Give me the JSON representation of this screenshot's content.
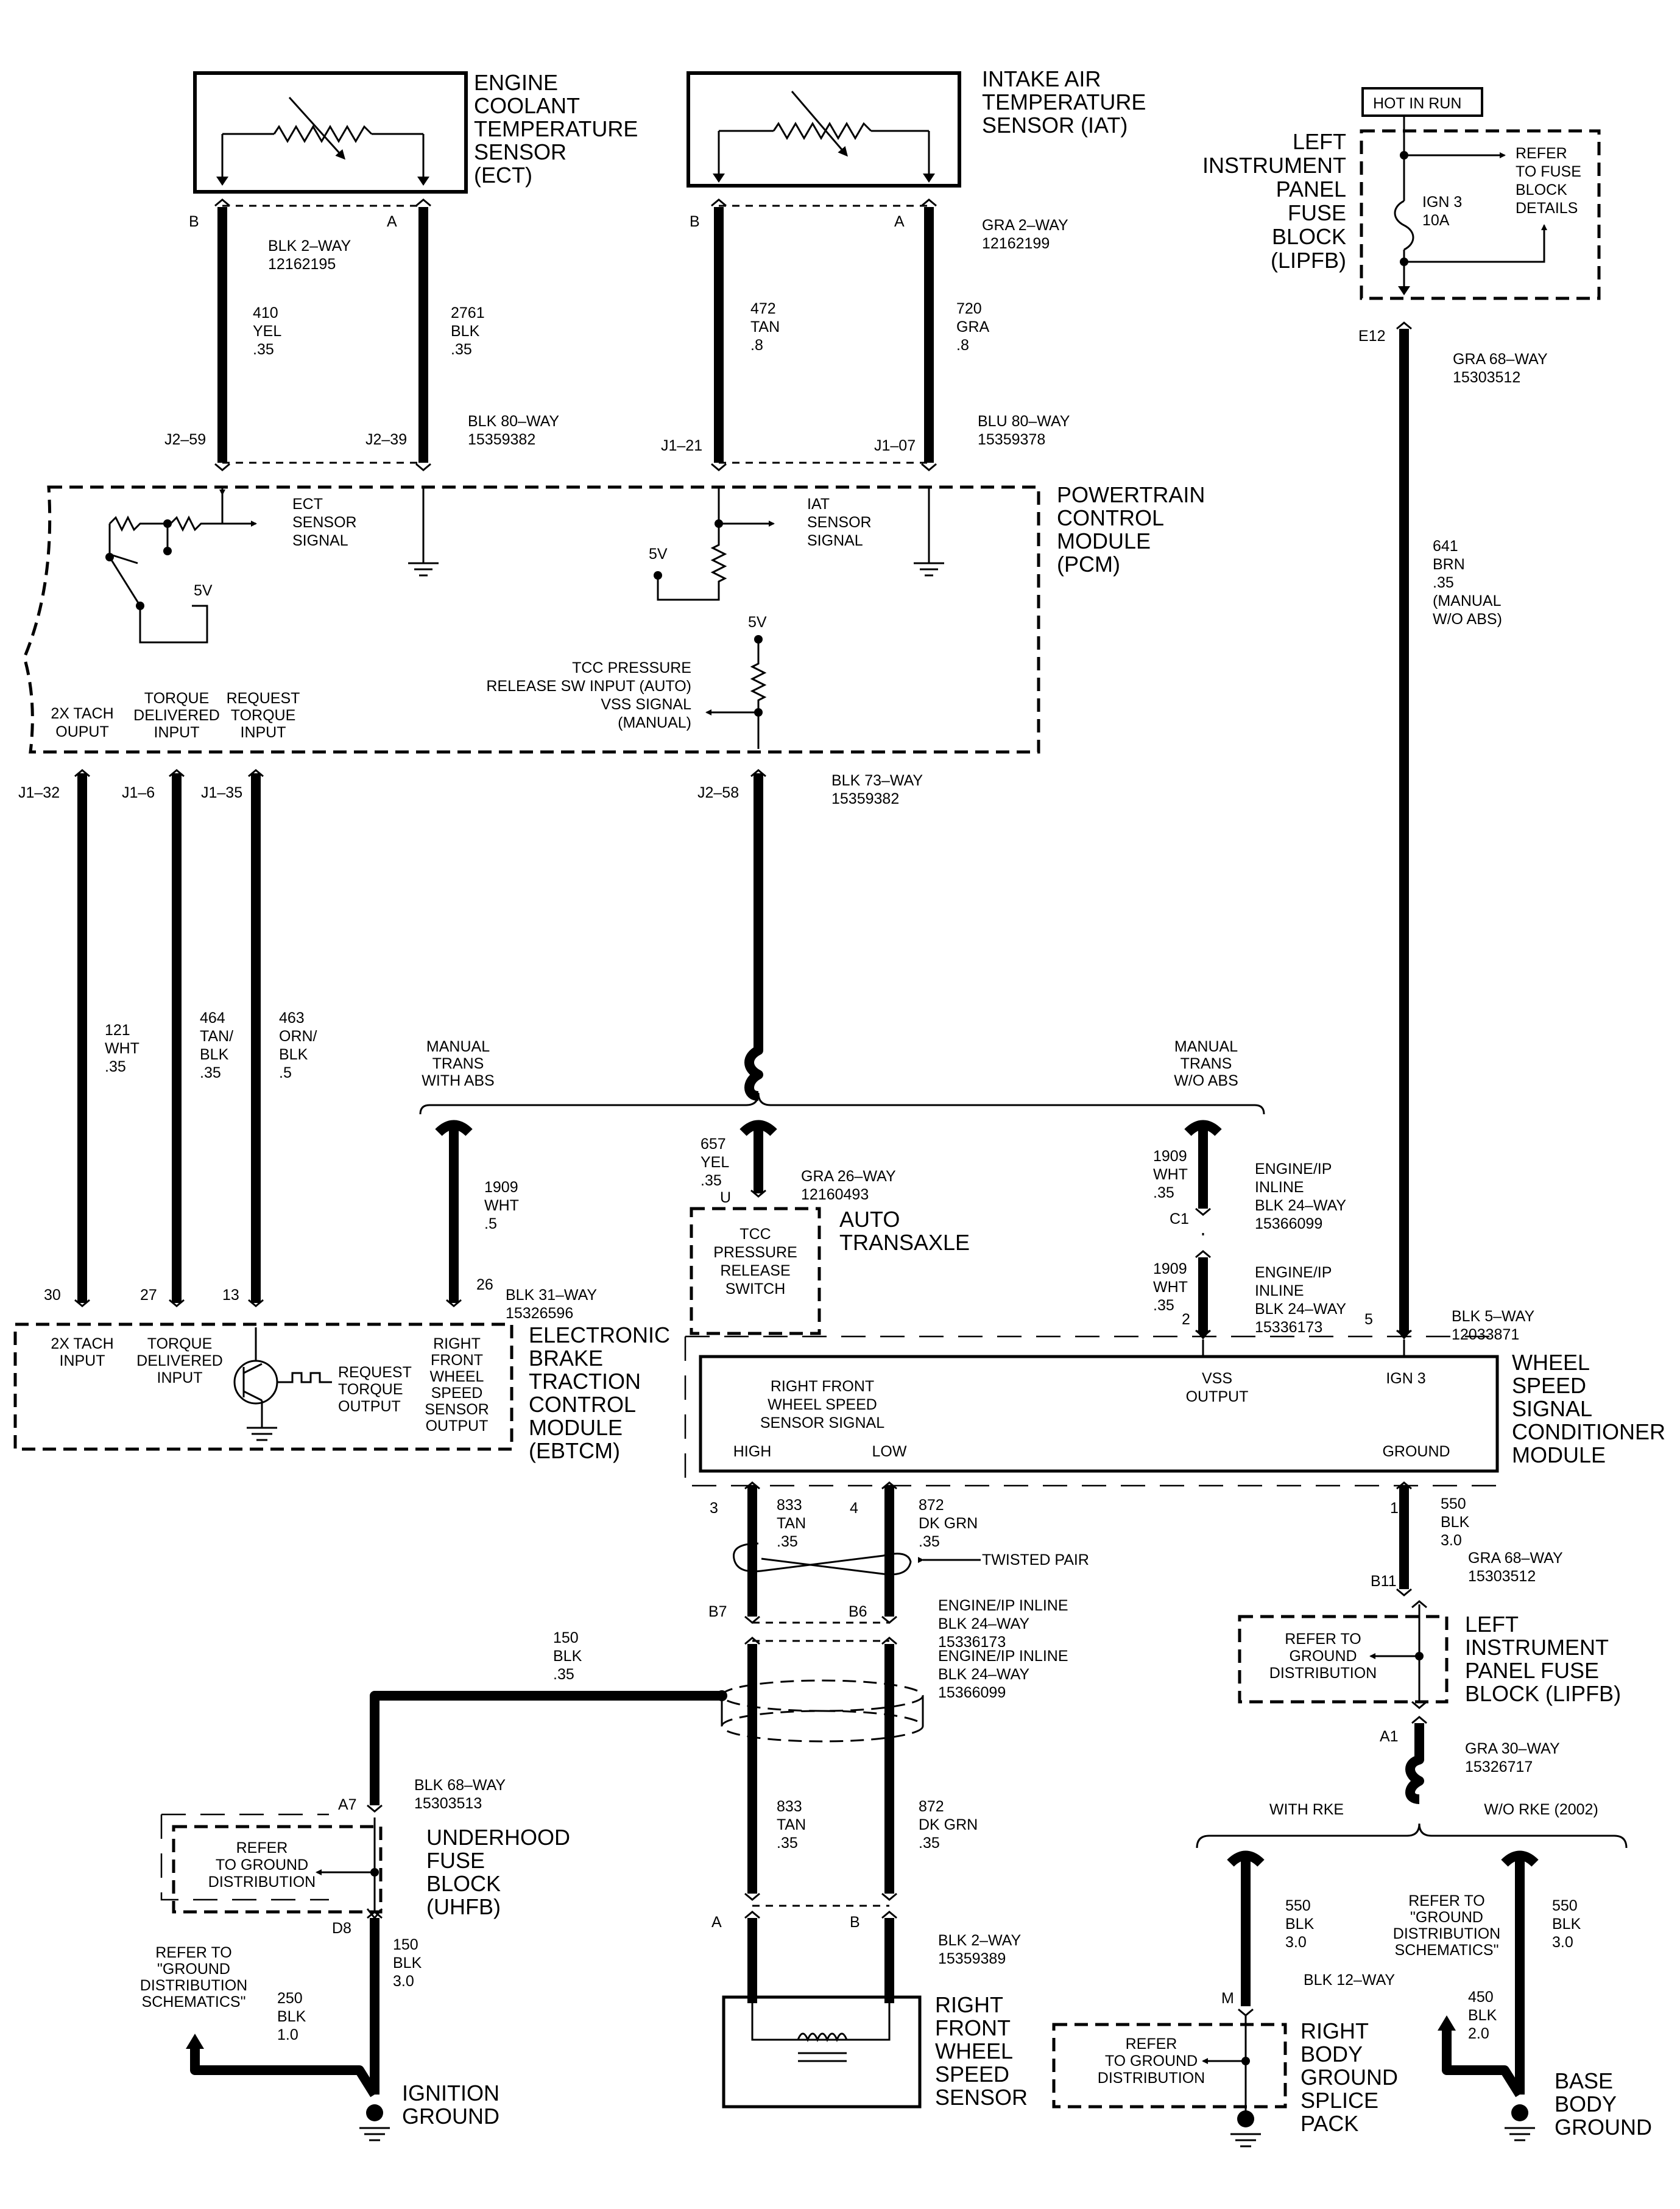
{
  "components": {
    "ect": [
      "ENGINE",
      "COOLANT",
      "TEMPERATURE",
      "SENSOR",
      "(ECT)"
    ],
    "iat": [
      "INTAKE AIR",
      "TEMPERATURE",
      "SENSOR (IAT)"
    ],
    "hot_in_run": "HOT IN RUN",
    "lipfb_top": [
      "LEFT",
      "INSTRUMENT",
      "PANEL",
      "FUSE",
      "BLOCK",
      "(LIPFB)"
    ],
    "fuse_refer": [
      "REFER",
      "TO FUSE",
      "BLOCK",
      "DETAILS"
    ],
    "fuse": [
      "IGN 3",
      "10A"
    ],
    "pcm": [
      "POWERTRAIN",
      "CONTROL",
      "MODULE",
      "(PCM)"
    ],
    "ebtcm": [
      "ELECTRONIC",
      "BRAKE",
      "TRACTION",
      "CONTROL",
      "MODULE",
      "(EBTCM)"
    ],
    "wsscm": [
      "WHEEL",
      "SPEED",
      "SIGNAL",
      "CONDITIONER",
      "MODULE"
    ],
    "auto_transaxle": [
      "AUTO",
      "TRANSAXLE"
    ],
    "tcc_switch": [
      "TCC",
      "PRESSURE",
      "RELEASE",
      "SWITCH"
    ],
    "lipfb_bottom": [
      "LEFT",
      "INSTRUMENT",
      "PANEL FUSE",
      "BLOCK (LIPFB)"
    ],
    "uhfb": [
      "UNDERHOOD",
      "FUSE",
      "BLOCK",
      "(UHFB)"
    ],
    "rfwss": [
      "RIGHT",
      "FRONT",
      "WHEEL",
      "SPEED",
      "SENSOR"
    ],
    "ignition_ground": [
      "IGNITION",
      "GROUND"
    ],
    "rbgsp": [
      "RIGHT",
      "BODY",
      "GROUND",
      "SPLICE",
      "PACK"
    ],
    "base_ground": [
      "BASE",
      "BODY",
      "GROUND"
    ]
  },
  "pcm_signals": {
    "ect": [
      "ECT",
      "SENSOR",
      "SIGNAL"
    ],
    "iat": [
      "IAT",
      "SENSOR",
      "SIGNAL"
    ],
    "v5_a": "5V",
    "v5_b": "5V",
    "v5_c": "5V",
    "tcc": [
      "TCC PRESSURE",
      "RELEASE SW INPUT (AUTO)",
      "VSS SIGNAL",
      "(MANUAL)"
    ],
    "tach": [
      "2X TACH",
      "OUPUT"
    ],
    "torque_delivered": [
      "TORQUE",
      "DELIVERED",
      "INPUT"
    ],
    "request_torque": [
      "REQUEST",
      "TORQUE",
      "INPUT"
    ]
  },
  "ebtcm_signals": {
    "tach": [
      "2X TACH",
      "INPUT"
    ],
    "torque": [
      "TORQUE",
      "DELIVERED",
      "INPUT"
    ],
    "request": [
      "REQUEST",
      "TORQUE",
      "OUTPUT"
    ],
    "rf": [
      "RIGHT",
      "FRONT",
      "WHEEL",
      "SPEED",
      "SENSOR",
      "OUTPUT"
    ]
  },
  "wsscm_signals": {
    "rf": [
      "RIGHT FRONT",
      "WHEEL SPEED",
      "SENSOR SIGNAL"
    ],
    "high": "HIGH",
    "low": "LOW",
    "vss": [
      "VSS",
      "OUTPUT"
    ],
    "ign3": "IGN 3",
    "ground": "GROUND"
  },
  "pins": {
    "ect_b": "B",
    "ect_a": "A",
    "iat_b": "B",
    "iat_a": "A",
    "j2_59": "J2–59",
    "j2_39": "J2–39",
    "j1_21": "J1–21",
    "j1_07": "J1–07",
    "e12": "E12",
    "j1_32": "J1–32",
    "j1_6": "J1–6",
    "j1_35": "J1–35",
    "j2_58": "J2–58",
    "p30": "30",
    "p27": "27",
    "p13": "13",
    "p26": "26",
    "u": "U",
    "c1": "C1",
    "p2": "2",
    "p5": "5",
    "p3": "3",
    "p4": "4",
    "p1": "1",
    "b7": "B7",
    "b6": "B6",
    "b11": "B11",
    "a1": "A1",
    "a7": "A7",
    "d8": "D8",
    "wss_a": "A",
    "wss_b": "B",
    "m": "M"
  },
  "connectors": {
    "ect": [
      "BLK 2–WAY",
      "12162195"
    ],
    "iat": [
      "GRA 2–WAY",
      "12162199"
    ],
    "pcm_blk80": [
      "BLK 80–WAY",
      "15359382"
    ],
    "pcm_blu80": [
      "BLU 80–WAY",
      "15359378"
    ],
    "lipfb_68": [
      "GRA 68–WAY",
      "15303512"
    ],
    "pcm_73": [
      "BLK 73–WAY",
      "15359382"
    ],
    "trans_26": [
      "GRA 26–WAY",
      "12160493"
    ],
    "inline_c1": [
      "ENGINE/IP",
      "INLINE",
      "BLK 24–WAY",
      "15366099"
    ],
    "inline_c2": [
      "ENGINE/IP",
      "INLINE",
      "BLK 24–WAY",
      "15336173"
    ],
    "ebtcm_31": [
      "BLK 31–WAY",
      "15326596"
    ],
    "wsscm_5": [
      "BLK 5–WAY",
      "12033871"
    ],
    "inline_b6a": [
      "ENGINE/IP INLINE",
      "BLK  24–WAY",
      "15336173"
    ],
    "inline_b6b": [
      "ENGINE/IP INLINE",
      "BLK 24–WAY",
      "15366099"
    ],
    "lipfb_68b": [
      "GRA 68–WAY",
      "15303512"
    ],
    "lipfb_30": [
      "GRA 30–WAY",
      "15326717"
    ],
    "uhfb_68": [
      "BLK 68–WAY",
      "15303513"
    ],
    "wss_2": [
      "BLK 2–WAY",
      "15359389"
    ],
    "splice_12": "BLK 12–WAY"
  },
  "wires": {
    "w410": [
      "410",
      "YEL",
      ".35"
    ],
    "w2761": [
      "2761",
      "BLK",
      ".35"
    ],
    "w472": [
      "472",
      "TAN",
      ".8"
    ],
    "w720": [
      "720",
      "GRA",
      ".8"
    ],
    "w641": [
      "641",
      "BRN",
      ".35",
      "(MANUAL",
      "W/O ABS)"
    ],
    "w121": [
      "121",
      "WHT",
      ".35"
    ],
    "w464": [
      "464",
      "TAN/",
      "BLK",
      ".35"
    ],
    "w463": [
      "463",
      "ORN/",
      "BLK",
      ".5"
    ],
    "w1909a": [
      "1909",
      "WHT",
      ".5"
    ],
    "w657": [
      "657",
      "YEL",
      ".35"
    ],
    "w1909b": [
      "1909",
      "WHT",
      ".35"
    ],
    "w1909c": [
      "1909",
      "WHT",
      ".35"
    ],
    "w833a": [
      "833",
      "TAN",
      ".35"
    ],
    "w872a": [
      "872",
      "DK GRN",
      ".35"
    ],
    "w550a": [
      "550",
      "BLK",
      "3.0"
    ],
    "w150a": [
      "150",
      "BLK",
      ".35"
    ],
    "w833b": [
      "833",
      "TAN",
      ".35"
    ],
    "w872b": [
      "872",
      "DK GRN",
      ".35"
    ],
    "w150b": [
      "150",
      "BLK",
      "3.0"
    ],
    "w250": [
      "250",
      "BLK",
      "1.0"
    ],
    "w550b": [
      "550",
      "BLK",
      "3.0"
    ],
    "w550c": [
      "550",
      "BLK",
      "3.0"
    ],
    "w450": [
      "450",
      "BLK",
      "2.0"
    ]
  },
  "options": {
    "manual_abs": [
      "MANUAL",
      "TRANS",
      "WITH ABS"
    ],
    "manual_no_abs": [
      "MANUAL",
      "TRANS",
      "W/O ABS"
    ],
    "with_rke": "WITH RKE",
    "wo_rke": "W/O RKE (2002)"
  },
  "notes": {
    "twisted_pair": "TWISTED PAIR",
    "refer_ground_1": [
      "REFER TO",
      "GROUND",
      "DISTRIBUTION"
    ],
    "refer_ground_2": [
      "REFER",
      "TO GROUND",
      "DISTRIBUTION"
    ],
    "refer_gds_1": [
      "REFER TO",
      "\"GROUND",
      "DISTRIBUTION",
      "SCHEMATICS\""
    ],
    "refer_ground_3": [
      "REFER",
      "TO GROUND",
      "DISTRIBUTION"
    ],
    "refer_gds_2": [
      "REFER TO",
      "\"GROUND",
      "DISTRIBUTION",
      "SCHEMATICS\""
    ]
  }
}
